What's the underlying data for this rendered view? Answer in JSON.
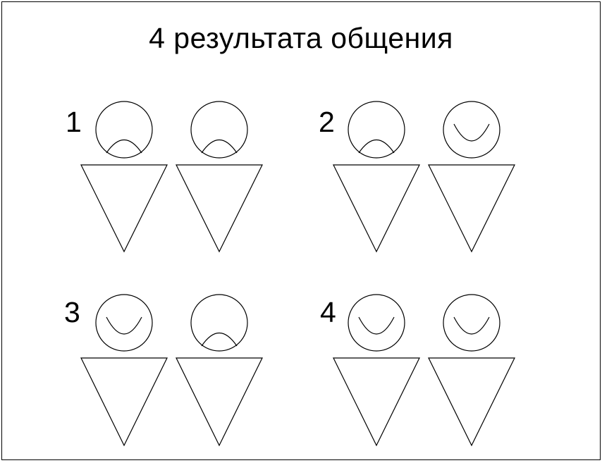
{
  "title": "4 результата общения",
  "outcomes": [
    {
      "number": "1",
      "people": [
        {
          "mood": "sad"
        },
        {
          "mood": "sad"
        }
      ]
    },
    {
      "number": "2",
      "people": [
        {
          "mood": "sad"
        },
        {
          "mood": "happy"
        }
      ]
    },
    {
      "number": "3",
      "people": [
        {
          "mood": "happy"
        },
        {
          "mood": "sad"
        }
      ]
    },
    {
      "number": "4",
      "people": [
        {
          "mood": "happy"
        },
        {
          "mood": "happy"
        }
      ]
    }
  ]
}
